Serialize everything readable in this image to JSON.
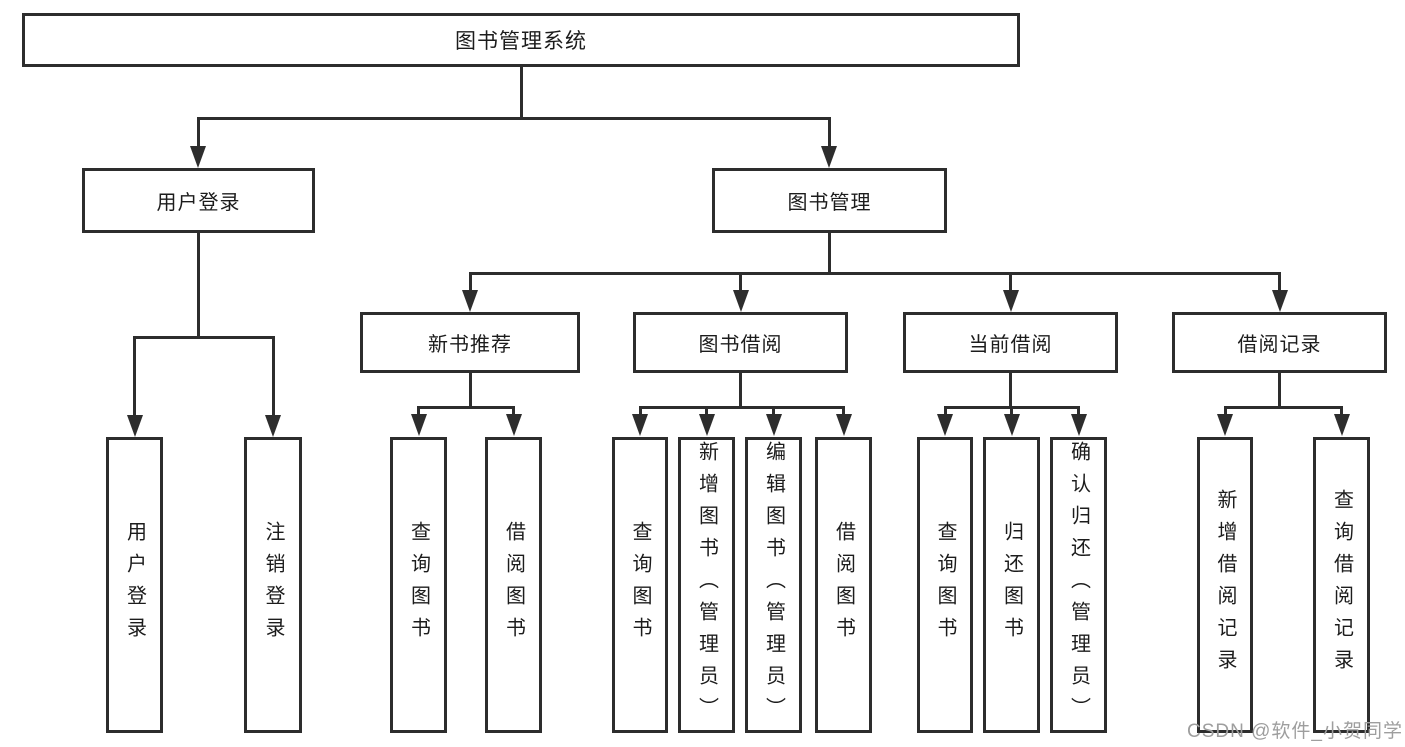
{
  "root": {
    "label": "图书管理系统"
  },
  "level2": {
    "user_login": {
      "label": "用户登录"
    },
    "book_management": {
      "label": "图书管理"
    }
  },
  "level3": {
    "new_book_recommend": {
      "label": "新书推荐"
    },
    "book_borrow": {
      "label": "图书借阅"
    },
    "current_borrow": {
      "label": "当前借阅"
    },
    "borrow_records": {
      "label": "借阅记录"
    }
  },
  "leaves": {
    "login": [
      {
        "label": "用户登录"
      },
      {
        "label": "注销登录"
      }
    ],
    "recommend": [
      {
        "label": "查询图书"
      },
      {
        "label": "借阅图书"
      }
    ],
    "borrow": [
      {
        "label": "查询图书"
      },
      {
        "label": "新增图书（管理员）"
      },
      {
        "label": "编辑图书（管理员）"
      },
      {
        "label": "借阅图书"
      }
    ],
    "current": [
      {
        "label": "查询图书"
      },
      {
        "label": "归还图书"
      },
      {
        "label": "确认归还（管理员）"
      }
    ],
    "records": [
      {
        "label": "新增借阅记录"
      },
      {
        "label": "查询借阅记录"
      }
    ]
  },
  "watermark": {
    "text": "CSDN @软件_小贺同学"
  },
  "colors": {
    "line": "#2d2d2d",
    "text": "#1c1c1c",
    "background": "#ffffff",
    "watermark": "#9e9e9e"
  }
}
